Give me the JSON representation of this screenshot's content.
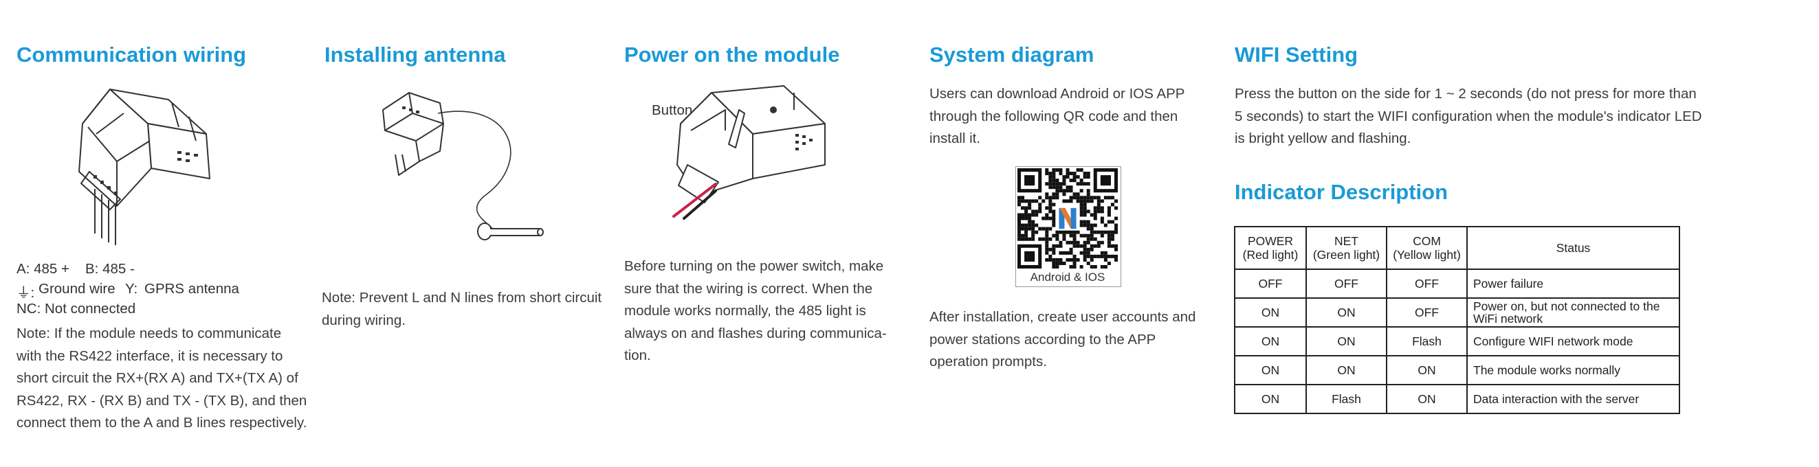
{
  "sections": {
    "wiring": {
      "title": "Communication wiring",
      "pins": {
        "a": "A:  485 +",
        "b": "B:  485 -",
        "ground_symbol": "⏚:",
        "ground": "Ground wire",
        "gprs_symbol": "Y:",
        "gprs": "GPRS antenna",
        "nc": "NC:   Not connected"
      },
      "note": [
        "Note: If the module needs to communicate",
        "with the RS422 interface, it is necessary to",
        "short circuit the RX+(RX A) and TX+(TX A) of",
        "RS422, RX - (RX B) and TX - (TX B), and then",
        "connect them to the A and B lines respectively."
      ]
    },
    "antenna": {
      "title": "Installing antenna",
      "note": [
        "Note: Prevent L and N lines from short circuit",
        "during wiring."
      ]
    },
    "power": {
      "title": "Power on the module",
      "button_label": "Button",
      "text": [
        "Before turning on the power switch, make",
        "sure that the wiring is correct. When the",
        "module works normally, the 485 light is",
        "always on and flashes during communica-",
        "tion."
      ]
    },
    "system": {
      "title": "System diagram",
      "intro": [
        "Users can download Android or IOS APP",
        "through the following QR code and then",
        "install it."
      ],
      "qr_caption": "Android & IOS",
      "after": [
        "After installation, create user accounts and",
        "power stations according to the APP",
        "operation prompts."
      ]
    },
    "wifi": {
      "title": "WIFI Setting",
      "text": [
        "Press the button on the side for 1 ~ 2 seconds (do not press for more than",
        "5 seconds) to start the WIFI configuration when the module's indicator LED",
        "is bright yellow and flashing."
      ]
    },
    "indicator": {
      "title": "Indicator Description",
      "headers": [
        [
          "POWER",
          "(Red light)"
        ],
        [
          "NET",
          "(Green light)"
        ],
        [
          "COM",
          "(Yellow light)"
        ],
        [
          "Status",
          ""
        ]
      ],
      "rows": [
        {
          "power": "OFF",
          "net": "OFF",
          "com": "OFF",
          "status": [
            "Power failure"
          ]
        },
        {
          "power": "ON",
          "net": "ON",
          "com": "OFF",
          "status": [
            "Power on, but not connected to the",
            "WiFi network"
          ]
        },
        {
          "power": "ON",
          "net": "ON",
          "com": "Flash",
          "status": [
            "Configure WIFI network mode"
          ]
        },
        {
          "power": "ON",
          "net": "ON",
          "com": "ON",
          "status": [
            "The module works normally"
          ]
        },
        {
          "power": "ON",
          "net": "Flash",
          "com": "ON",
          "status": [
            "Data interaction with the server"
          ]
        }
      ]
    }
  },
  "colors": {
    "heading": "#1a9ad6",
    "text": "#3c3c3c",
    "wire_red": "#c8234a",
    "qr_logo_blue": "#2f7fd0",
    "qr_logo_orange": "#e57a2b"
  },
  "icons": [
    "module-device-icon",
    "antenna-device-icon",
    "qr-code-icon"
  ]
}
